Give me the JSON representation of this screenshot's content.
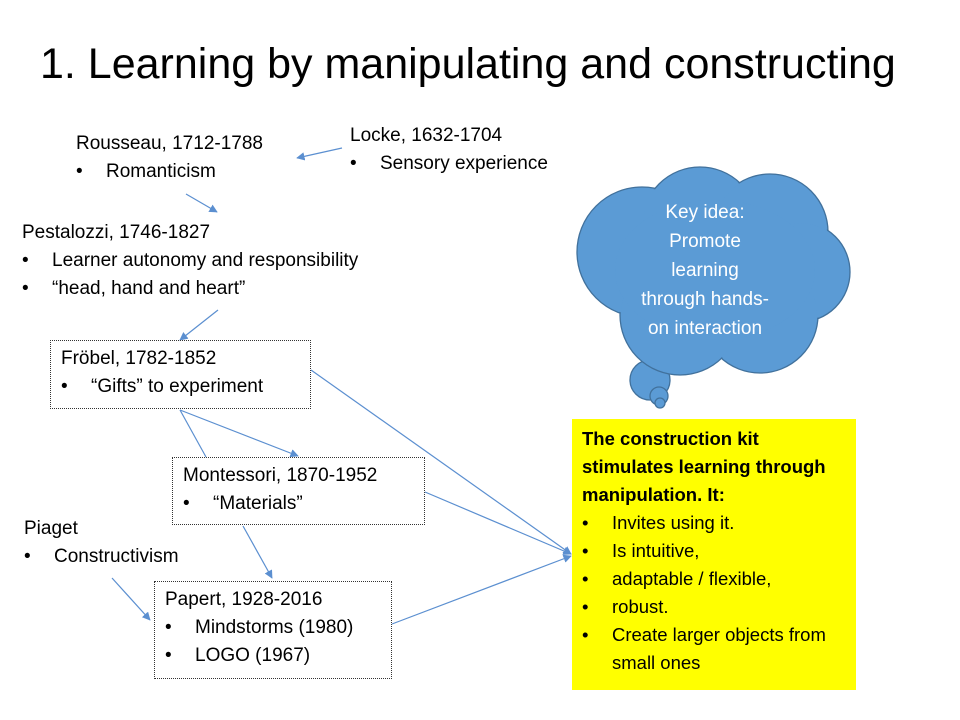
{
  "title": "1. Learning by manipulating and constructing",
  "nodes": {
    "rousseau": {
      "heading": "Rousseau, 1712-1788",
      "items": [
        "Romanticism"
      ]
    },
    "locke": {
      "heading": "Locke, 1632-1704",
      "items": [
        "Sensory experience"
      ]
    },
    "pestalozzi": {
      "heading": "Pestalozzi, 1746-1827",
      "items": [
        "Learner autonomy and responsibility",
        "“head, hand and heart”"
      ]
    },
    "frobel": {
      "heading": "Fröbel, 1782-1852",
      "items": [
        "“Gifts” to experiment"
      ]
    },
    "montessori": {
      "heading": "Montessori, 1870-1952",
      "items": [
        "“Materials”"
      ]
    },
    "piaget": {
      "heading": "Piaget",
      "items": [
        "Constructivism"
      ]
    },
    "papert": {
      "heading": "Papert, 1928-2016",
      "items": [
        "Mindstorms (1980)",
        "LOGO (1967)"
      ]
    }
  },
  "cloud": {
    "lines": [
      "Key idea:",
      "Promote",
      "learning",
      "through hands-",
      "on interaction"
    ]
  },
  "conclusion": {
    "heading": "The construction kit stimulates learning through manipulation. It:",
    "items": [
      "Invites using it.",
      "Is intuitive,",
      "adaptable / flexible,",
      "robust.",
      "Create larger objects from small ones"
    ]
  },
  "colors": {
    "arrow": "#5b8fd0",
    "cloud_fill": "#5b9bd5",
    "cloud_stroke": "#41719c",
    "conclusion_bg": "#ffff00"
  }
}
